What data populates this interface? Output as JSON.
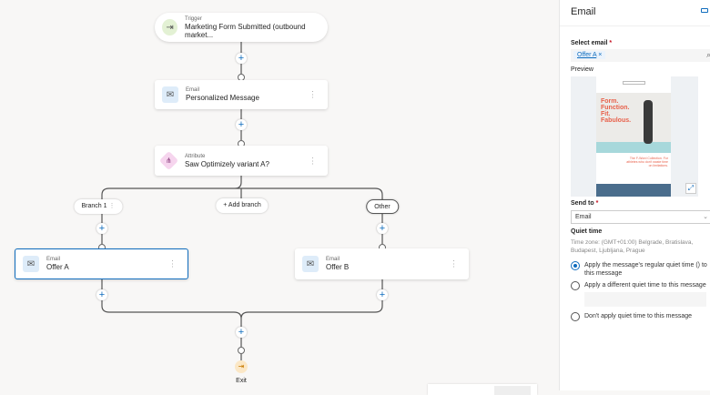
{
  "journey": {
    "trigger": {
      "kind": "Trigger",
      "title": "Marketing Form Submitted (outbound market..."
    },
    "email1": {
      "kind": "Email",
      "title": "Personalized Message"
    },
    "attribute": {
      "kind": "Attribute",
      "title": "Saw Optimizely variant A?"
    },
    "branches": {
      "branch1": "Branch 1",
      "add": "+ Add branch",
      "other": "Other"
    },
    "offerA": {
      "kind": "Email",
      "title": "Offer A"
    },
    "offerB": {
      "kind": "Email",
      "title": "Offer B"
    },
    "exit": "Exit"
  },
  "panel": {
    "title": "Email",
    "select_email_label": "Select email",
    "selected_email": "Offer A",
    "preview_label": "Preview",
    "preview": {
      "headline": "Form. Function. Fit. Fabulous.",
      "sub": "The F-Word Collection. For athletes who don't waste time on limitations."
    },
    "send_to_label": "Send to",
    "send_to_value": "Email",
    "quiet_time_label": "Quiet time",
    "timezone": "Time zone: (GMT+01:00) Belgrade, Bratislava, Budapest, Ljubljana, Prague",
    "options": [
      "Apply the message's regular quiet time () to this message",
      "Apply a different quiet time to this message",
      "Don't apply quiet time to this message"
    ],
    "selected_option": 0,
    "accent": "#0f6cbd"
  }
}
